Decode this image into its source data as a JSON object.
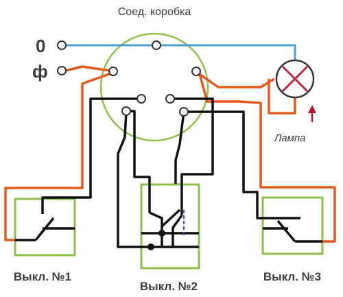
{
  "labels": {
    "junction_box": "Соед. коробка",
    "neutral": "0",
    "phase": "ф",
    "lamp": "Лампа",
    "switch1": "Выкл. №1",
    "switch2": "Выкл. №2",
    "switch3": "Выкл. №3"
  },
  "colors": {
    "neutral_wire": "#4a9fd0",
    "phase_wire": "#e05a1e",
    "switch_wire": "#111111",
    "box_outline": "#8cc04a",
    "lamp_cross": "#c0283c",
    "lamp_arrow": "#b01830",
    "internal_link": "#3355cc"
  },
  "icons": {
    "lamp": "lamp-icon",
    "arrow": "arrow-up-icon"
  }
}
